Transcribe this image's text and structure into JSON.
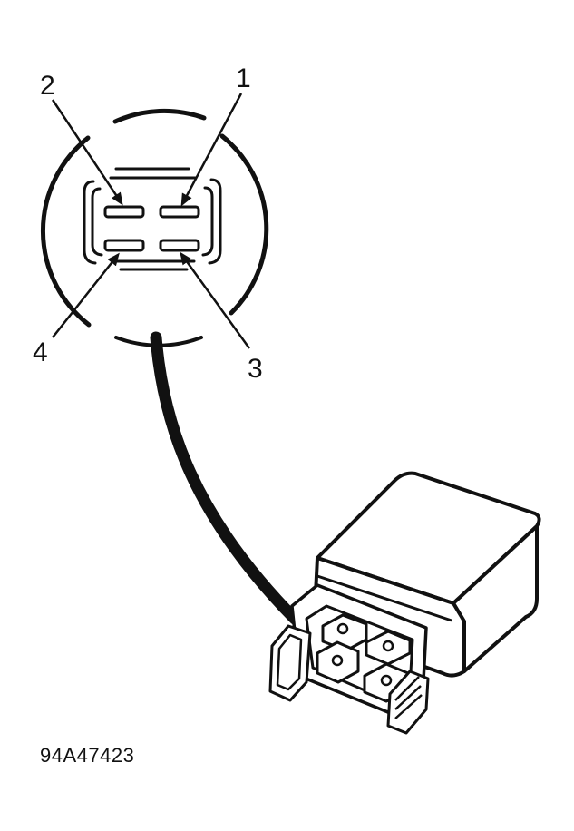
{
  "pins": [
    {
      "label": "1"
    },
    {
      "label": "2"
    },
    {
      "label": "3"
    },
    {
      "label": "4"
    }
  ],
  "reference_code": "94A47423",
  "colors": {
    "line": "#111111",
    "background": "#ffffff"
  }
}
